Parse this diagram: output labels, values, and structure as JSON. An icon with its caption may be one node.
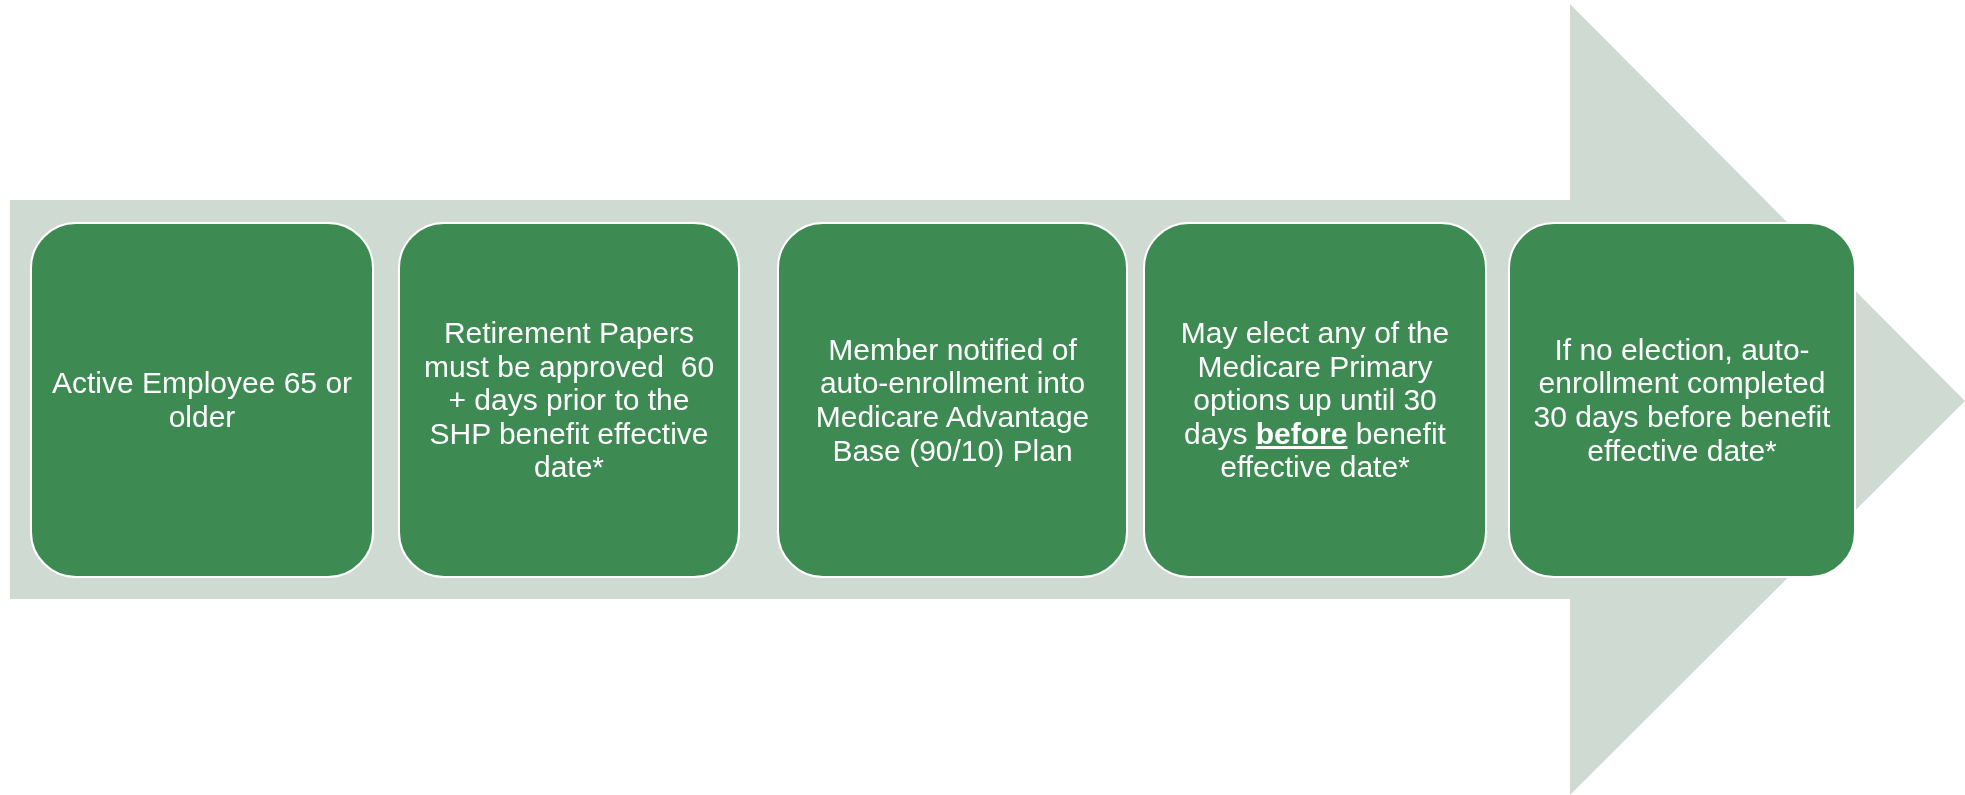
{
  "diagram": {
    "nodes": [
      {
        "text": [
          "Active Employee 65 or older"
        ]
      },
      {
        "text": [
          "Retirement Papers must be approved  60 + days prior to the SHP benefit effective date*"
        ]
      },
      {
        "text": [
          "Member notified of auto-enrollment into Medicare Advantage Base (90/10) Plan"
        ]
      },
      {
        "text": [
          "May elect any of the Medicare Primary options up until 30 days **before** benefit effective date*"
        ]
      },
      {
        "text": [
          "If no election, auto-enrollment completed 30 days before benefit effective date*"
        ]
      }
    ],
    "edges": []
  }
}
